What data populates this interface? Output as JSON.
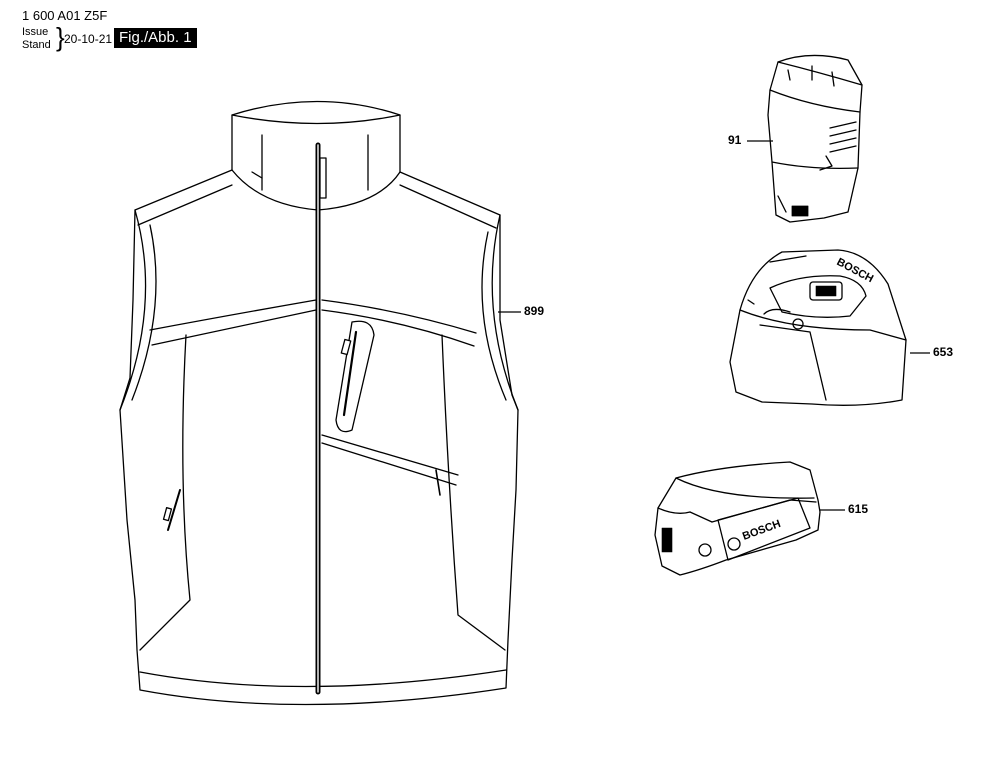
{
  "header": {
    "part_number": "1 600 A01 Z5F",
    "issue_label": "Issue",
    "stand_label": "Stand",
    "date": "20-10-21",
    "figure_label": "Fig./Abb. 1"
  },
  "callouts": [
    {
      "id": "vest",
      "number": "899"
    },
    {
      "id": "battery",
      "number": "91"
    },
    {
      "id": "charger",
      "number": "653"
    },
    {
      "id": "adapter",
      "number": "615"
    }
  ],
  "brand_text": "BOSCH"
}
